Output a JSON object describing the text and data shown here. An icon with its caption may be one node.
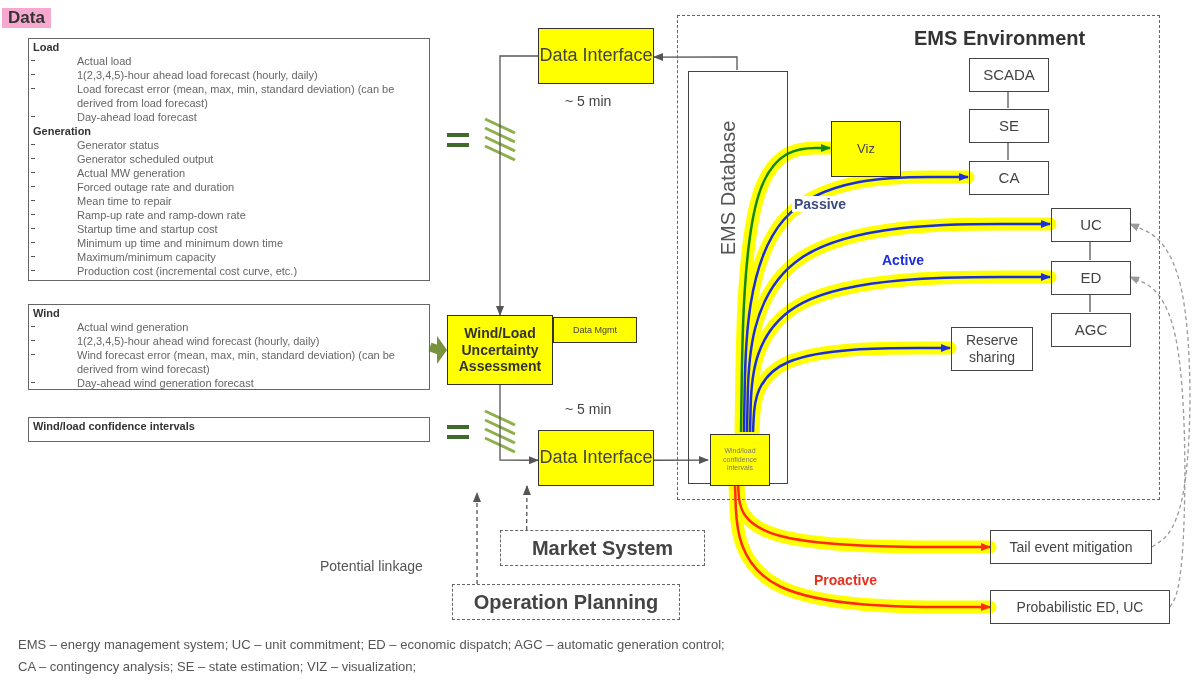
{
  "diagram": {
    "title": "Data",
    "nodes": [
      {
        "text": [
          "Load",
          "Actual load",
          "1(2,3,4,5)-hour ahead load forecast (hourly, daily)",
          "Load forecast error (mean, max, min, standard deviation) (can be derived from load forecast)",
          "Day-ahead load forecast",
          "Generation",
          "Generator status",
          "Generator scheduled output",
          "Actual MW generation",
          "Forced outage rate and duration",
          "Mean time to repair",
          "Ramp-up rate and ramp-down rate",
          "Startup time and startup cost",
          "Minimum up time and minimum down time",
          "Maximum/minimum capacity",
          "Production cost (incremental cost curve, etc.)"
        ]
      },
      {
        "text": [
          "Wind",
          "Actual wind generation",
          "1(2,3,4,5)-hour ahead wind forecast (hourly, daily)",
          "Wind forecast error (mean, max, min, standard deviation) (can be derived from wind forecast)",
          "Day-ahead wind generation forecast"
        ]
      },
      {
        "text": [
          "Wind/load confidence intervals"
        ]
      },
      {
        "text": [
          "Data Interface"
        ],
        "beside": [
          "~ 5 min"
        ]
      },
      {
        "text": [
          "Wind/Load Uncertainty Assessment"
        ]
      },
      {
        "text": [
          "Data Mgmt"
        ]
      },
      {
        "text": [
          "Data Interface"
        ],
        "beside": [
          "~ 5 min"
        ]
      },
      {
        "text": [
          "EMS Environment"
        ]
      },
      {
        "text": [
          "EMS Database"
        ],
        "in": 7
      },
      {
        "text": [
          "Wind/load confidence intervals"
        ],
        "in": 8
      },
      {
        "text": [
          "Viz"
        ],
        "in": 7
      },
      {
        "text": [
          "SCADA"
        ],
        "in": 7
      },
      {
        "text": [
          "SE"
        ],
        "in": 7
      },
      {
        "text": [
          "CA"
        ],
        "in": 7
      },
      {
        "text": [
          "UC"
        ],
        "in": 7
      },
      {
        "text": [
          "ED"
        ],
        "in": 7
      },
      {
        "text": [
          "AGC"
        ],
        "in": 7
      },
      {
        "text": [
          "Reserve sharing"
        ],
        "in": 7
      },
      {
        "text": [
          "Tail event mitigation"
        ]
      },
      {
        "text": [
          "Probabilistic ED, UC"
        ]
      },
      {
        "text": [
          "Market System"
        ]
      },
      {
        "text": [
          "Operation Planning"
        ]
      }
    ],
    "edges": [
      {
        "from": 3,
        "to": 4,
        "arrow": "to"
      },
      {
        "from": 8,
        "to": 3,
        "arrow": "to"
      },
      {
        "from": 1,
        "to": 4,
        "arrow": "to",
        "style": "thick",
        "color": "#77933c"
      },
      {
        "from": 4,
        "to": 6,
        "arrow": "to"
      },
      {
        "from": 6,
        "to": 9,
        "arrow": "to"
      },
      {
        "from": 9,
        "to": 10,
        "arrow": "to",
        "color": "#118811"
      },
      {
        "from": 9,
        "to": 13,
        "arrow": "to",
        "color": "#1a2ee0",
        "label": "Passive"
      },
      {
        "from": 9,
        "to": 14,
        "arrow": "to",
        "color": "#1a2ee0"
      },
      {
        "from": 9,
        "to": 15,
        "arrow": "to",
        "color": "#1a2ee0",
        "label": "Active"
      },
      {
        "from": 9,
        "to": 17,
        "arrow": "to",
        "color": "#1a2ee0"
      },
      {
        "from": 9,
        "to": 18,
        "arrow": "to",
        "color": "#ff2a10"
      },
      {
        "from": 9,
        "to": 19,
        "arrow": "to",
        "color": "#ff2a10",
        "label": "Proactive"
      },
      {
        "from": 18,
        "to": 14,
        "arrow": "to",
        "style": "dashed",
        "color": "#9a9a9a"
      },
      {
        "from": 19,
        "to": 15,
        "arrow": "to",
        "style": "dashed",
        "color": "#9a9a9a"
      },
      {
        "from": 11,
        "to": 12,
        "arrow": "none"
      },
      {
        "from": 12,
        "to": 13,
        "arrow": "none"
      },
      {
        "from": 14,
        "to": 15,
        "arrow": "none"
      },
      {
        "from": 15,
        "to": 16,
        "arrow": "none"
      },
      {
        "from": 20,
        "to": 6,
        "arrow": "to",
        "style": "dashed"
      },
      {
        "from": 21,
        "to": null,
        "arrow": "to",
        "style": "dashed"
      }
    ],
    "labels": [
      "Potential linkage",
      "EMS – energy management system; UC – unit commitment; ED – economic dispatch; AGC – automatic generation control;",
      "CA – contingency analysis; SE – state estimation; VIZ – visualization;"
    ]
  }
}
